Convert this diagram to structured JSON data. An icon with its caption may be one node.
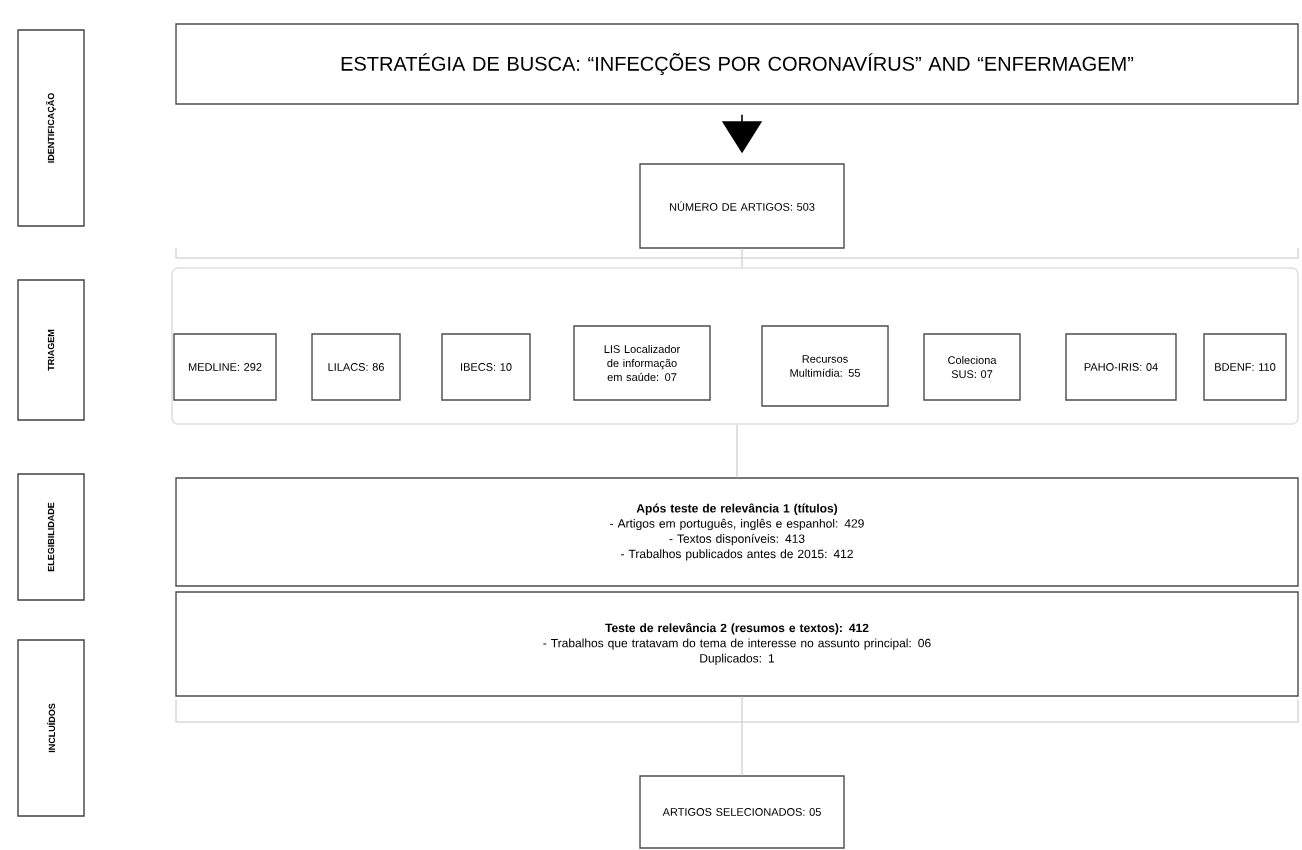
{
  "diagram": {
    "nodes": [
      {
        "text": [
          "IDENTIFICAÇÃO"
        ]
      },
      {
        "text": [
          "TRIAGEM"
        ]
      },
      {
        "text": [
          "ELEGIBILIDADE"
        ]
      },
      {
        "text": [
          "INCLUÍDOS"
        ]
      },
      {
        "text": [
          "ESTRATÉGIA DE BUSCA: “INFECÇÕES POR CORONAVÍRUS” AND “ENFERMAGEM”"
        ]
      },
      {
        "text": [
          "NÚMERO DE ARTIGOS: 503"
        ]
      },
      {
        "text": [],
        "shape": "box"
      },
      {
        "text": [
          "MEDLINE: 292"
        ],
        "in": 6
      },
      {
        "text": [
          "LILACS: 86"
        ],
        "in": 6
      },
      {
        "text": [
          "IBECS: 10"
        ],
        "in": 6
      },
      {
        "text": [
          "LIS Localizador de informação em saúde: 07"
        ],
        "in": 6
      },
      {
        "text": [
          "Recursos Multimídia: 55"
        ],
        "in": 6
      },
      {
        "text": [
          "Coleciona SUS: 07"
        ],
        "in": 6
      },
      {
        "text": [
          "PAHO-IRIS: 04"
        ],
        "in": 6
      },
      {
        "text": [
          "BDENF: 110"
        ],
        "in": 6
      },
      {
        "text": [
          "Após teste de relevância 1 (títulos)",
          "- Artigos em português, inglês e espanhol: 429",
          "- Textos disponíveis: 413",
          "- Trabalhos publicados antes de 2015: 412"
        ]
      },
      {
        "text": [
          "Teste de relevância 2 (resumos e textos): 412",
          "- Trabalhos que tratavam do tema de interesse no assunto principal: 06",
          "Duplicados: 1"
        ]
      },
      {
        "text": [
          "ARTIGOS SELECIONADOS: 05"
        ]
      }
    ],
    "edges": [
      {
        "from": 4,
        "to": 5,
        "arrow": "to",
        "color": "#000000"
      },
      {
        "from": 5,
        "to": 6,
        "arrow": "none"
      },
      {
        "from": 6,
        "to": 15,
        "arrow": "none"
      },
      {
        "from": 16,
        "to": 17,
        "arrow": "none"
      }
    ]
  }
}
